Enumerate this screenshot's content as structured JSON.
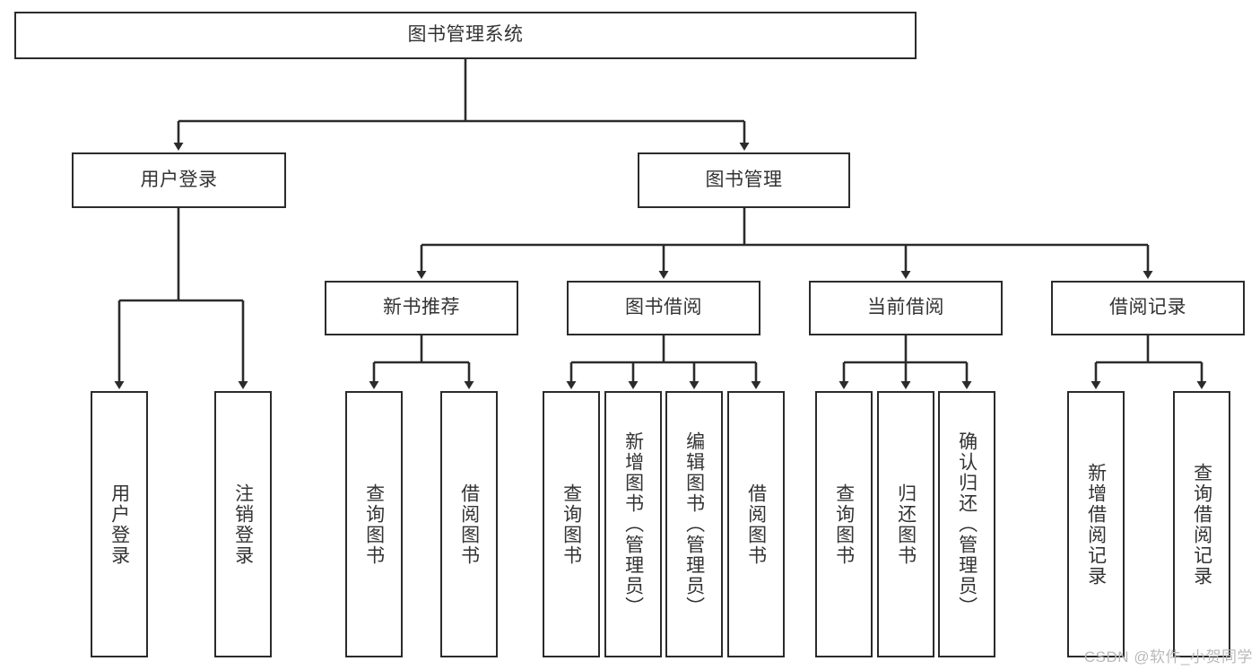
{
  "diagram": {
    "type": "tree-hierarchy",
    "title": "图书管理系统",
    "watermark": "CSDN @软件_小贺同学",
    "colors": {
      "stroke": "#2b2b2b",
      "fill": "#ffffff",
      "text": "#333333",
      "watermark": "#b9b9b9"
    },
    "levels": {
      "root": {
        "label": "图书管理系统"
      },
      "level2": [
        {
          "label": "用户登录"
        },
        {
          "label": "图书管理"
        }
      ],
      "level3": [
        {
          "label": "新书推荐"
        },
        {
          "label": "图书借阅"
        },
        {
          "label": "当前借阅"
        },
        {
          "label": "借阅记录"
        }
      ],
      "leaves": {
        "user_login": [
          {
            "label": "用户登录"
          },
          {
            "label": "注销登录"
          }
        ],
        "new_book_recommend": [
          {
            "label": "查询图书"
          },
          {
            "label": "借阅图书"
          }
        ],
        "book_borrow": [
          {
            "label": "查询图书"
          },
          {
            "label": "新增图书（管理员）"
          },
          {
            "label": "编辑图书（管理员）"
          },
          {
            "label": "借阅图书"
          }
        ],
        "current_borrow": [
          {
            "label": "查询图书"
          },
          {
            "label": "归还图书"
          },
          {
            "label": "确认归还（管理员）"
          }
        ],
        "borrow_record": [
          {
            "label": "新增借阅记录"
          },
          {
            "label": "查询借阅记录"
          }
        ]
      }
    }
  }
}
